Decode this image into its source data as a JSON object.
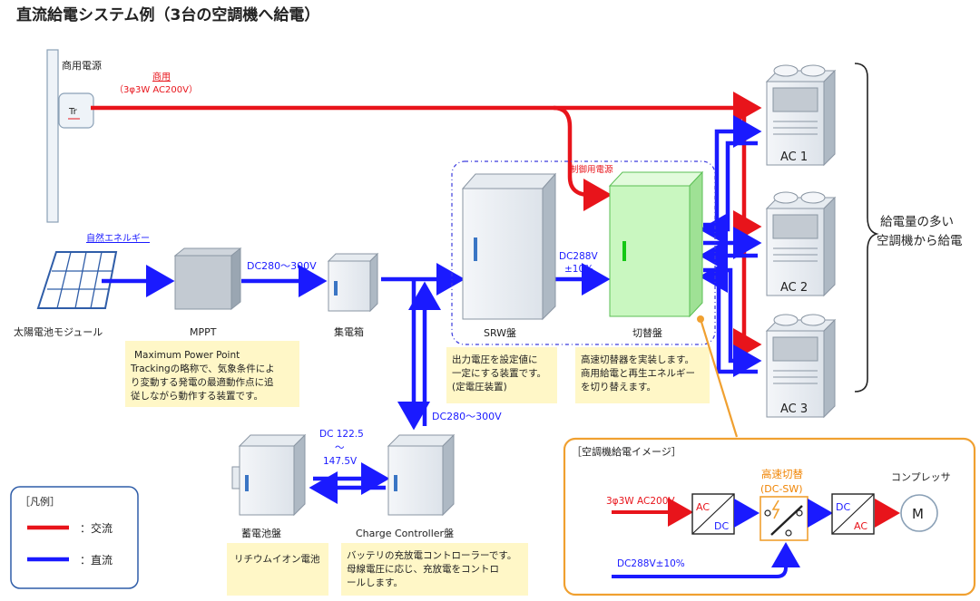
{
  "title": "直流給電システム例（3台の空調機へ給電）",
  "utility": {
    "label": "商用電源",
    "transformer": "Tr",
    "line_label": "商用",
    "line_spec": "（3φ3W AC200V）",
    "control_power": "制御用電源"
  },
  "solar": {
    "energy_label": "自然エネルギー",
    "module_label": "太陽電池モジュール"
  },
  "mppt": {
    "label": "MPPT",
    "output": "DC280～300V",
    "note": [
      "Maximum Power Point",
      "Trackingの略称で、気象条件によ",
      "り変動する発電の最適動作点に追",
      "従しながら動作する装置です。"
    ]
  },
  "junction": {
    "label": "集電箱"
  },
  "srw": {
    "label": "SRW盤",
    "output": "DC288V",
    "tolerance": "±10%",
    "note": [
      "出力電圧を設定値に",
      "一定にする装置です。",
      "(定電圧装置)"
    ]
  },
  "switch_panel": {
    "label": "切替盤",
    "note": [
      "高速切替器を実装します。",
      "商用給電と再生エネルギー",
      "を切り替えます。"
    ]
  },
  "ac_units": [
    {
      "label": "AC 1"
    },
    {
      "label": "AC 2"
    },
    {
      "label": "AC 3"
    }
  ],
  "brace_note": [
    "給電量の多い",
    "空調機から給電"
  ],
  "battery": {
    "label": "蓄電池盤",
    "note": "リチウムイオン電池"
  },
  "charge_controller": {
    "label": "Charge Controller盤",
    "link_voltage": [
      "DC 122.5",
      "～",
      "147.5V"
    ],
    "bus_voltage": "DC280～300V",
    "note": [
      "バッテリの充放電コントローラーです。",
      "母線電圧に応じ、充放電をコントロ",
      "ールします。"
    ]
  },
  "legend": {
    "title": "［凡例］",
    "items": [
      {
        "label": "：交流",
        "color": "#e8141b"
      },
      {
        "label": "：直流",
        "color": "#1a1aff"
      }
    ]
  },
  "inset": {
    "title": "［空調機給電イメージ］",
    "ac_input": "3φ3W AC200V",
    "rectifier": {
      "top": "AC",
      "bottom": "DC"
    },
    "switch_title": "高速切替",
    "switch_sub": "(DC-SW)",
    "inverter": {
      "top": "DC",
      "bottom": "AC"
    },
    "motor_title": "コンプレッサ",
    "motor_symbol": "M",
    "dc_input": "DC288V±10%"
  },
  "colors": {
    "ac": "#e8141b",
    "dc": "#1a1aff",
    "note_bg": "#fff7c7",
    "panel_green": "#c9f7c0",
    "highlight_orange": "#f0a030"
  }
}
